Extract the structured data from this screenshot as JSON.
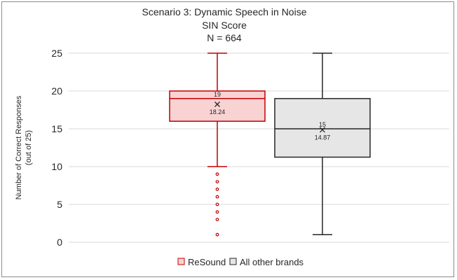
{
  "chart_data": {
    "type": "box",
    "title_lines": [
      "Scenario 3: Dynamic Speech in Noise",
      "SIN Score",
      "N = 664"
    ],
    "ylabel_lines": [
      "Number of Correct Responses",
      "(out of 25)"
    ],
    "ylim": [
      0,
      25
    ],
    "yticks": [
      0,
      5,
      10,
      15,
      20,
      25
    ],
    "grid": true,
    "legend_position": "bottom",
    "series": [
      {
        "name": "ReSound",
        "stroke": "#c00000",
        "fill": "#f9d3d3",
        "min": 10,
        "q1": 16,
        "median": 19,
        "q3": 20,
        "max": 25,
        "mean": 18.24,
        "median_label": "19",
        "mean_label": "18.24",
        "outliers": [
          9,
          8,
          7,
          6,
          5,
          4,
          3,
          1
        ]
      },
      {
        "name": "All other brands",
        "stroke": "#262626",
        "fill": "#e7e6e6",
        "min": 1,
        "q1": 11.25,
        "median": 15,
        "q3": 19,
        "max": 25,
        "mean": 14.87,
        "median_label": "15",
        "mean_label": "14.87",
        "outliers": []
      }
    ]
  }
}
